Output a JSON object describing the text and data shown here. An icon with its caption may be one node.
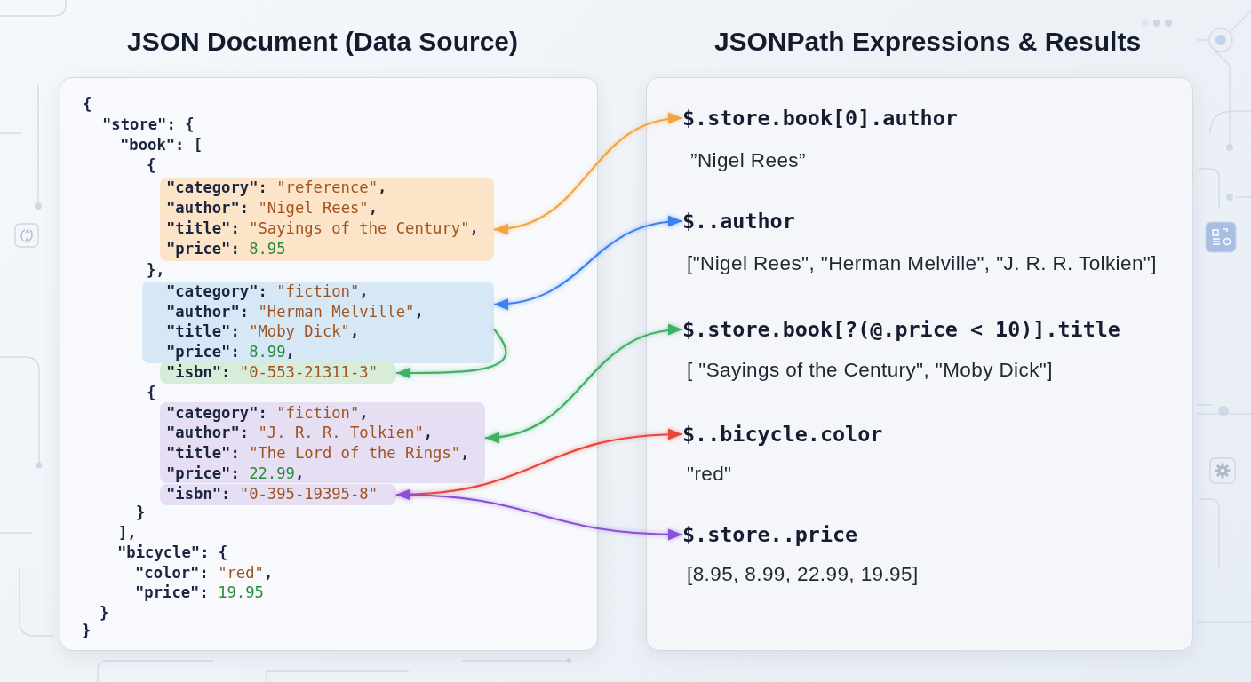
{
  "diagram": {
    "nodes": [
      {
        "text": [
          "JSON Document (Data Source)",
          "{",
          "\"store\": {",
          "\"book\": [",
          "{",
          "},",
          "{",
          "}",
          "],",
          "\"bicycle\": {",
          "\"color\": \"red\",",
          "\"price\": 19.95",
          "}",
          "}"
        ]
      },
      {
        "text": [
          "\"category\": \"reference\",",
          "\"author\": \"Nigel Rees\",",
          "\"title\": \"Sayings of the Century\",",
          "\"price\": 8.95"
        ],
        "in": 0
      },
      {
        "text": [
          "\"category\": \"fiction\",",
          "\"author\": \"Herman Melville\",",
          "\"title\": \"Moby Dick\",",
          "\"price\": 8.99,"
        ],
        "in": 0
      },
      {
        "text": [
          "\"isbn\": \"0-553-21311-3\""
        ],
        "in": 0
      },
      {
        "text": [
          "\"category\": \"fiction\",",
          "\"author\": \"J. R. R. Tolkien\",",
          "\"title\": \"The Lord of the Rings\",",
          "\"price\": 22.99,"
        ],
        "in": 0
      },
      {
        "text": [
          "\"isbn\": \"0-395-19395-8\""
        ],
        "in": 0
      },
      {
        "text": [
          "JSONPath Expressions & Results"
        ]
      },
      {
        "text": [
          "$.store.book[0].author"
        ],
        "in": 6,
        "beside": [
          "”Nigel Rees”"
        ]
      },
      {
        "text": [
          "$..author"
        ],
        "in": 6,
        "beside": [
          "[\"Nigel Rees\", \"Herman Melville\", \"J. R. R. Tolkien\"]"
        ]
      },
      {
        "text": [
          "$.store.book[?(@.price < 10)].title"
        ],
        "in": 6,
        "beside": [
          "[ \"Sayings of the Century\", \"Moby Dick\"]"
        ]
      },
      {
        "text": [
          "$..bicycle.color"
        ],
        "in": 6,
        "beside": [
          "\"red\""
        ]
      },
      {
        "text": [
          "$.store..price"
        ],
        "in": 6,
        "beside": [
          "[8.95, 8.99, 22.99, 19.95]"
        ]
      }
    ],
    "edges": [
      {
        "from": 1,
        "to": 7,
        "arrow": "both",
        "color": "#f4a340"
      },
      {
        "from": 2,
        "to": 8,
        "arrow": "both",
        "color": "#3b82f0"
      },
      {
        "from": 2,
        "to": 3,
        "arrow": "to",
        "color": "#3fb068"
      },
      {
        "from": 4,
        "to": 9,
        "arrow": "both",
        "color": "#3fb068"
      },
      {
        "from": 5,
        "to": 10,
        "arrow": "to",
        "color": "#e8473d"
      },
      {
        "from": 5,
        "to": 11,
        "arrow": "both",
        "color": "#8b4fd8"
      }
    ]
  }
}
